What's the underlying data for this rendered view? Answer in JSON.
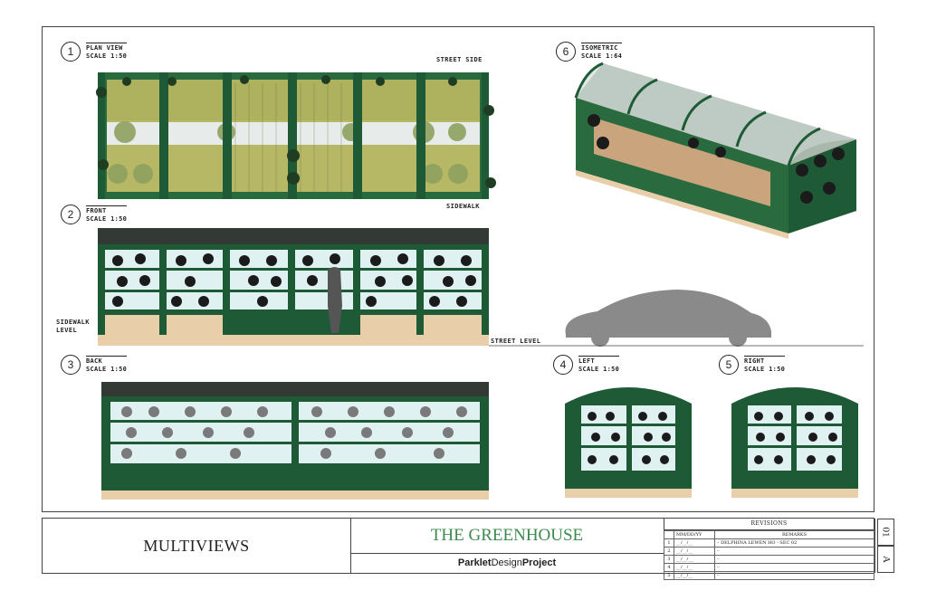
{
  "views": {
    "plan": {
      "num": "1",
      "title": "PLAN VIEW",
      "scale": "SCALE 1:50"
    },
    "front": {
      "num": "2",
      "title": "FRONT",
      "scale": "SCALE 1:50"
    },
    "back": {
      "num": "3",
      "title": "BACK",
      "scale": "SCALE 1:50"
    },
    "left": {
      "num": "4",
      "title": "LEFT",
      "scale": "SCALE 1:50"
    },
    "right": {
      "num": "5",
      "title": "RIGHT",
      "scale": "SCALE 1:50"
    },
    "iso": {
      "num": "6",
      "title": "ISOMETRIC",
      "scale": "SCALE 1:64"
    }
  },
  "tags": {
    "street_side": "STREET SIDE",
    "sidewalk": "SIDEWALK",
    "sidewalk_level_1": "SIDEWALK",
    "sidewalk_level_2": "LEVEL",
    "street_level": "STREET LEVEL"
  },
  "title_block": {
    "sheet_name": "MULTIVIEWS",
    "project_title": "THE GREENHOUSE",
    "project_sub_bold": "Parklet",
    "project_sub_regular": "Design",
    "project_sub_bold2": "Project",
    "revisions_title": "REVISIONS",
    "rev_head_date": "MM/DD/YY",
    "rev_head_remarks": "REMARKS",
    "rows": [
      {
        "n": "1",
        "date": "__/__/__",
        "remark": "– DELPHINA LEWEN HO - SEC 02"
      },
      {
        "n": "2",
        "date": "__/__/__",
        "remark": "–"
      },
      {
        "n": "3",
        "date": "__/__/__",
        "remark": "–"
      },
      {
        "n": "4",
        "date": "__/__/__",
        "remark": "–"
      },
      {
        "n": "5",
        "date": "__/__/__",
        "remark": "–"
      }
    ],
    "sheet_no": "01",
    "sheet_letter": "A"
  },
  "colors": {
    "frame_green": "#1f5a36",
    "wood": "#e8cfa9",
    "glass": "#dff1f1",
    "plant": "#1b1b1b",
    "car": "#8a8a8a"
  }
}
